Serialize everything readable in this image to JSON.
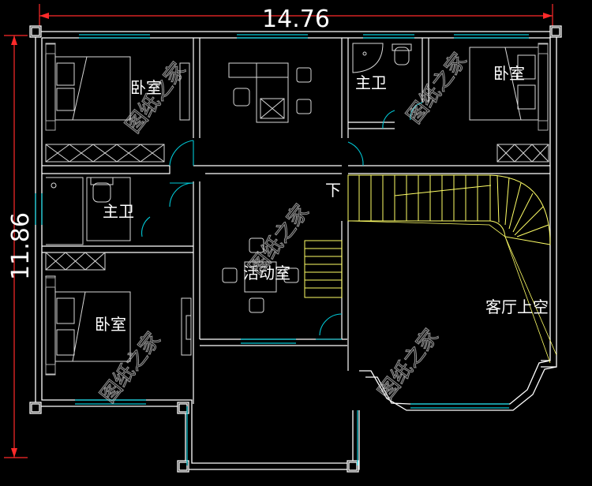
{
  "dimensions": {
    "width_label": "14.76",
    "height_label": "11.86"
  },
  "rooms": {
    "bedroom_top_left": "卧室",
    "bath_top": "主卫",
    "bedroom_top_right": "卧室",
    "bath_left": "主卫",
    "activity_room": "活动室",
    "bedroom_bottom_left": "卧室",
    "living_void": "客厅上空"
  },
  "stair_label": "下",
  "watermarks": [
    "图纸之家",
    "图纸之家",
    "图纸之家",
    "图纸之家",
    "图纸之家"
  ],
  "colors": {
    "background": "#000000",
    "wall": "#ffffff",
    "window": "#00c8d6",
    "dimension": "#ff2a2a",
    "stair": "#ffff66",
    "furniture": "#d8d8d8"
  }
}
